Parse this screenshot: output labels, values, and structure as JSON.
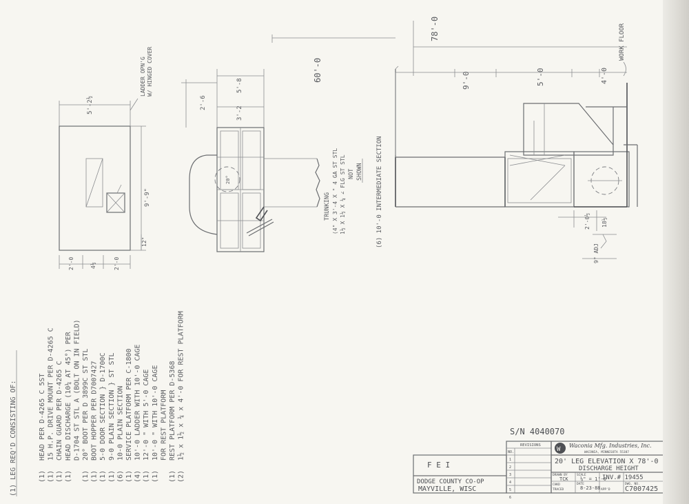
{
  "bom": {
    "heading": "(1) LEG REQ'D CONSISTING OF:",
    "items": [
      {
        "qty": "(1)",
        "desc": "HEAD PER D-4265 C 5ST"
      },
      {
        "qty": "(1)",
        "desc": "15 H.P. DRIVE MOUNT PER D-4265 C"
      },
      {
        "qty": "(1)",
        "desc": "CHAIN GUARD PER D-4265 C"
      },
      {
        "qty": "(1)",
        "desc": "HEAD DISCHARGE (10¼ AT 45°) PER"
      },
      {
        "qty": "",
        "desc": "D-1704 ST STL A (BOLT ON IN FIELD)"
      },
      {
        "qty": "(1)",
        "desc": "20° BOOT PER D 3899C ST STL"
      },
      {
        "qty": "(1)",
        "desc": "BOOT HOPPER PER D7007427"
      },
      {
        "qty": "(1)",
        "desc": "5-0 DOOR SECTION } D-1700C"
      },
      {
        "qty": "(1)",
        "desc": "9-0 PLAIN SECTION } ST STL"
      },
      {
        "qty": "(6)",
        "desc": "10-0 PLAIN SECTION"
      },
      {
        "qty": "(1)",
        "desc": "SERVICE PLATFORM PER C-1800"
      },
      {
        "qty": "(4)",
        "desc": "10'-0 LADDER WITH 10'-0 CAGE"
      },
      {
        "qty": "(1)",
        "desc": "12'-0  \"  WITH 5'-0 CAGE"
      },
      {
        "qty": "(1)",
        "desc": "10'-0  \"  WITH 10'-0 CAGE"
      },
      {
        "qty": "",
        "desc": "FOR REST PLATFORM"
      },
      {
        "qty": "(1)",
        "desc": "REST PLATFORM PER D-5368"
      },
      {
        "qty": "(2)",
        "desc": "1½ x 1½ x ¼ x 4'-0 FOR REST PLATFORM"
      }
    ]
  },
  "plan_view": {
    "ladder_note_1": "LADDER OPN'G",
    "ladder_note_2": "W/ HINGED COVER",
    "dim_top": "5'-2½",
    "dim_side": "9'-9\"",
    "dim_12": "12\"",
    "dim_20a": "2'-0",
    "dim_4": "4½",
    "dim_20b": "2'-0"
  },
  "section_view": {
    "dim_26": "2'-6",
    "dim_58": "5'-8",
    "dim_32": "3'-2",
    "dim_600": "60'-0",
    "boot_label": "20°",
    "trunk_1": "TRUNKING",
    "trunk_2": "(4\" X 3'-4 X \" 4 GA ST STL",
    "trunk_3": "1½ X 1½ X ¼ ∠ FLG ST STL",
    "not_shown_1": "NOT",
    "not_shown_2": "SHOWN",
    "intermediate": "(6) 10'-0 INTERMEDIATE SECTION"
  },
  "elevation": {
    "dim_780": "78'-0",
    "dim_90": "9'-0",
    "dim_50": "5'-0",
    "dim_40": "4'-0",
    "work_floor": "WORK FLOOR",
    "dim_20": "2'-0½",
    "dim_18": "18½",
    "dim_adj": "9\" ADJ"
  },
  "title_block": {
    "serial": "S/N 4040070",
    "revisions_label": "REVISIONS",
    "rev_no": "NO.",
    "rev_rows": [
      "1",
      "2",
      "3",
      "4",
      "5",
      "6"
    ],
    "fei": "F  E  I",
    "customer_1": "DODGE COUNTY CO-OP",
    "customer_2": "MAYVILLE, WISC",
    "company": "Waconia Mfg. Industries, Inc.",
    "company_addr": "WACONIA, MINNESOTA 55387",
    "logo_letter": "W",
    "title_1": "20' LEG ELEVATION X 78'-0",
    "title_2": "DISCHARGE HEIGHT",
    "drawn_label": "DRAWN BY",
    "drawn": "TCK",
    "checked_label": "CHKD",
    "traced_label": "TRACED",
    "scale_label": "SCALE",
    "scale": "⅛\" = 1'-0",
    "date_label": "DATE",
    "date": "8-23-88",
    "appd_label": "APP'D",
    "inv": "INV.# 19455",
    "dwg_label": "DWG. NO.",
    "dwg": "C7007425"
  }
}
